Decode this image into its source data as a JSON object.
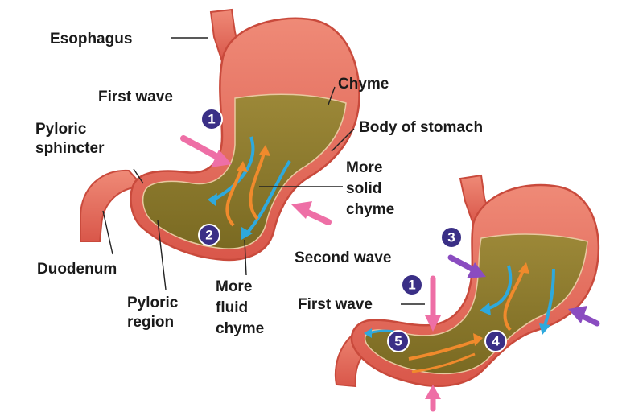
{
  "labels": {
    "esophagus": "Esophagus",
    "first_wave_top": "First wave",
    "chyme": "Chyme",
    "pyloric_sphincter_1": "Pyloric",
    "pyloric_sphincter_2": "sphincter",
    "body_of_stomach": "Body of stomach",
    "more_solid_1": "More",
    "more_solid_2": "solid",
    "more_solid_3": "chyme",
    "duodenum": "Duodenum",
    "pyloric_region_1": "Pyloric",
    "pyloric_region_2": "region",
    "more_fluid_1": "More",
    "more_fluid_2": "fluid",
    "more_fluid_3": "chyme",
    "second_wave": "Second wave",
    "first_wave_bottom": "First wave"
  },
  "steps": {
    "s1a": "1",
    "s2": "2",
    "s3": "3",
    "s1b": "1",
    "s4": "4",
    "s5": "5"
  },
  "colors": {
    "stomach_wall": "#e8705f",
    "stomach_rim": "#c94a3c",
    "chyme": "#8c7a2a",
    "fluid_arrow": "#2ea9dd",
    "solid_arrow": "#f08a2c",
    "wave_pink": "#ee6fa6",
    "wave_purple": "#8a4cc0",
    "step_circle": "#3a2f86"
  }
}
